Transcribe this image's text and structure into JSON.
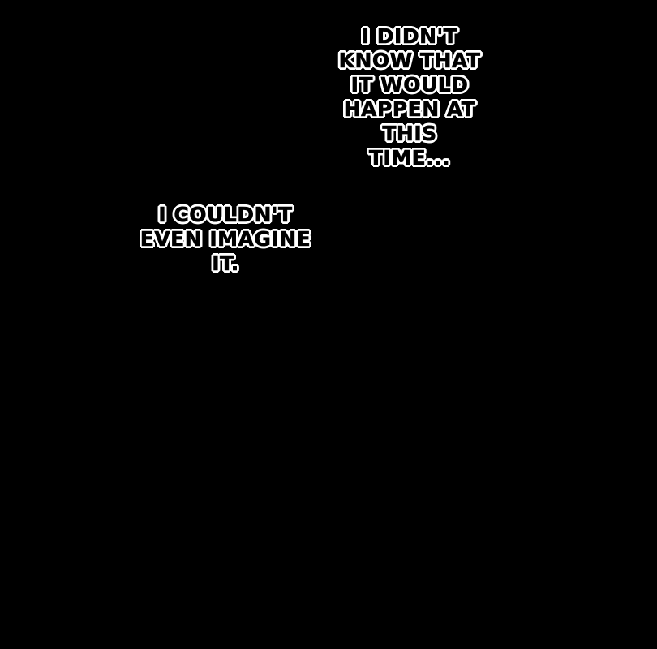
{
  "captions": [
    {
      "lines": [
        "I DIDN'T",
        "KNOW THAT",
        "IT WOULD",
        "HAPPEN AT",
        "THIS",
        "TIME..."
      ]
    },
    {
      "lines": [
        "I COULDN'T",
        "EVEN IMAGINE",
        "IT."
      ]
    }
  ],
  "colors": {
    "background": "#000000",
    "text_fill": "#000000",
    "text_outline": "#ffffff"
  }
}
